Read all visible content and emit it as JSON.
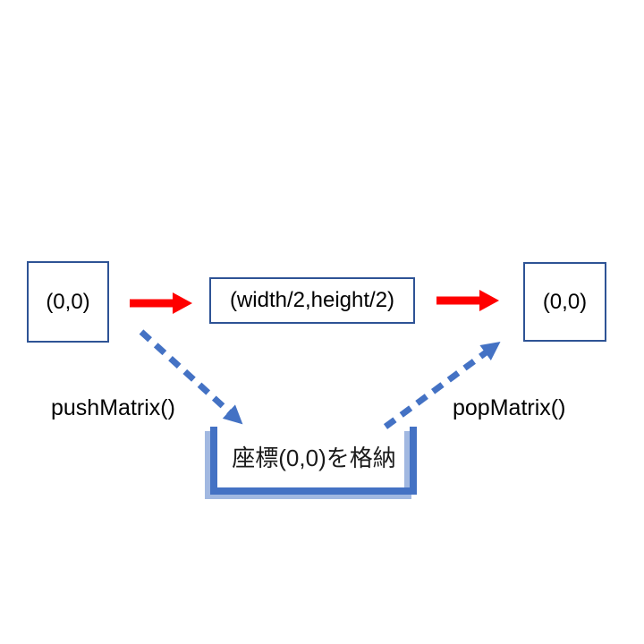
{
  "diagram": {
    "title_hint": "pushMatrix / popMatrix coordinate stack diagram",
    "boxes": [
      {
        "id": "origin-start",
        "label": "(0,0)"
      },
      {
        "id": "translated",
        "label": "(width/2,height/2)"
      },
      {
        "id": "origin-restored",
        "label": "(0,0)"
      }
    ],
    "labels": {
      "push": "pushMatrix()",
      "pop": "popMatrix()",
      "store": "座標(0,0)を格納"
    },
    "colors": {
      "background": "#ffffff",
      "box_border": "#2e5395",
      "solid_arrow": "#ff0000",
      "dashed_arrow": "#4472c4",
      "stack_bracket": "#4472c4",
      "text": "#000000"
    }
  }
}
